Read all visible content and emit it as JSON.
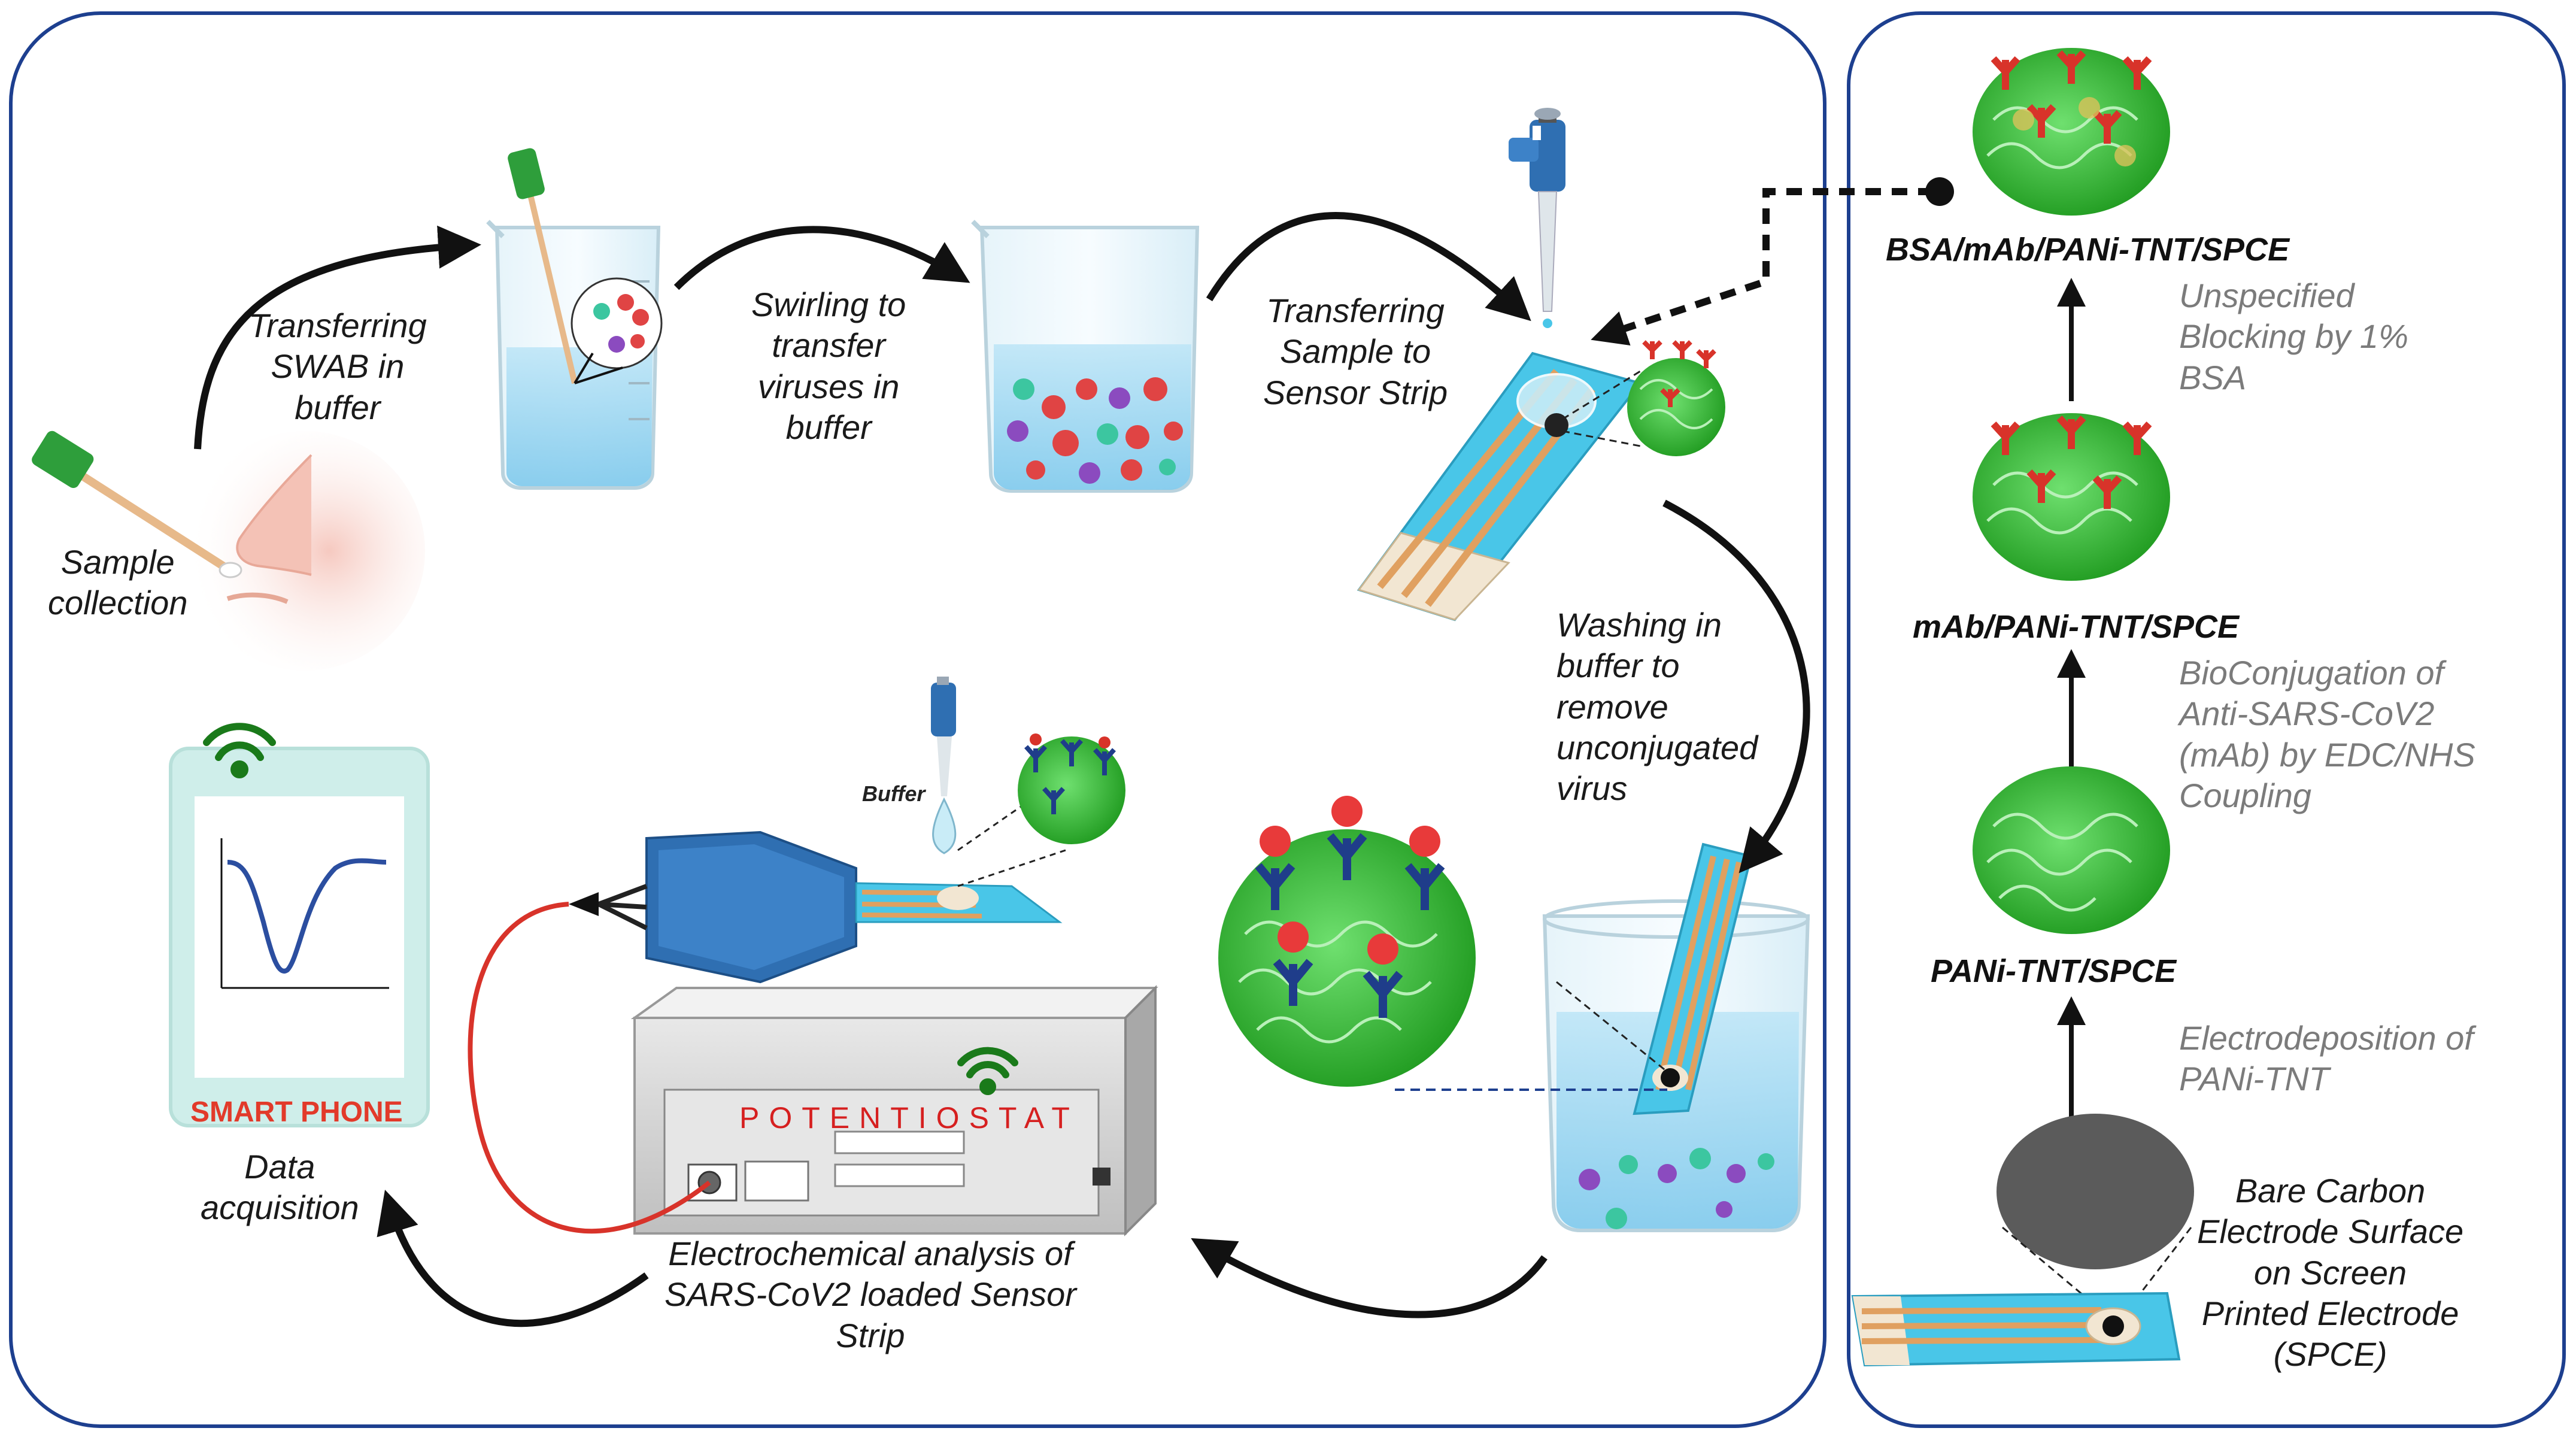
{
  "steps": {
    "sample_collection": "Sample\ncollection",
    "transfer_swab": "Transferring\nSWAB in\nbuffer",
    "swirling": "Swirling to\ntransfer\nviruses in\nbuffer",
    "transfer_sample": "Transferring\nSample to\nSensor Strip",
    "washing": "Washing in\nbuffer to\nremove\nunconjugated\nvirus",
    "electrochemical": "Electrochemical analysis of\nSARS-CoV2 loaded Sensor\nStrip",
    "data_acquisition": "Data\nacquisition"
  },
  "devices": {
    "potentiostat": "POTENTIOSTAT",
    "smart_phone": "SMART PHONE",
    "buffer": "Buffer"
  },
  "fabrication": {
    "layer_bsa": "BSA/mAb/PANi-TNT/SPCE",
    "step_blocking": "Unspecified\nBlocking by 1%\nBSA",
    "layer_mab": "mAb/PANi-TNT/SPCE",
    "step_bioconjugation": "BioConjugation of\nAnti-SARS-CoV2\n(mAb) by EDC/NHS\nCoupling",
    "layer_pani": "PANi-TNT/SPCE",
    "step_electrodeposition": "Electrodeposition of\nPANi-TNT",
    "bare_electrode": "Bare Carbon\nElectrode Surface\non Screen\nPrinted Electrode\n(SPCE)"
  },
  "colors": {
    "frame": "#1d3f8f",
    "polymer_green": "#2fb52f",
    "antibody_red": "#d8332a",
    "antibody_blue": "#1f3d8a",
    "strip_cyan": "#49c6e8",
    "electrode_orange": "#e0a060",
    "bare_electrode": "#5b5b5b",
    "potentiostat_label": "#d62020",
    "phone_label": "#e23a2a"
  }
}
